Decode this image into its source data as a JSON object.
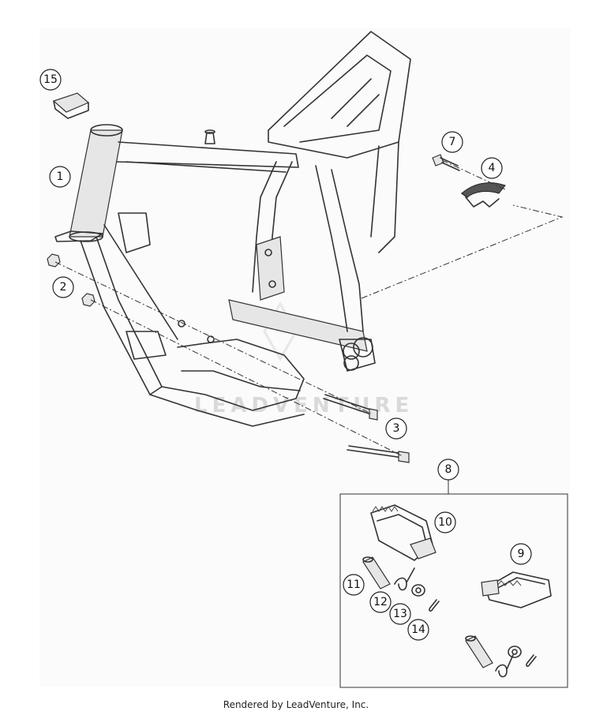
{
  "callouts": [
    {
      "label": "15",
      "part": "frame-protector-cap"
    },
    {
      "label": "1",
      "part": "frame"
    },
    {
      "label": "2",
      "part": "nut"
    },
    {
      "label": "3",
      "part": "screw"
    },
    {
      "label": "7",
      "part": "screw-small"
    },
    {
      "label": "4",
      "part": "chain-guide"
    },
    {
      "label": "8",
      "part": "footpeg-kit"
    },
    {
      "label": "10",
      "part": "footpeg-left"
    },
    {
      "label": "9",
      "part": "footpeg-right"
    },
    {
      "label": "11",
      "part": "pin"
    },
    {
      "label": "12",
      "part": "spring"
    },
    {
      "label": "13",
      "part": "washer"
    },
    {
      "label": "14",
      "part": "cotter-pin"
    }
  ],
  "watermark": "LEADVENTURE",
  "footer": "Rendered by LeadVenture, Inc."
}
